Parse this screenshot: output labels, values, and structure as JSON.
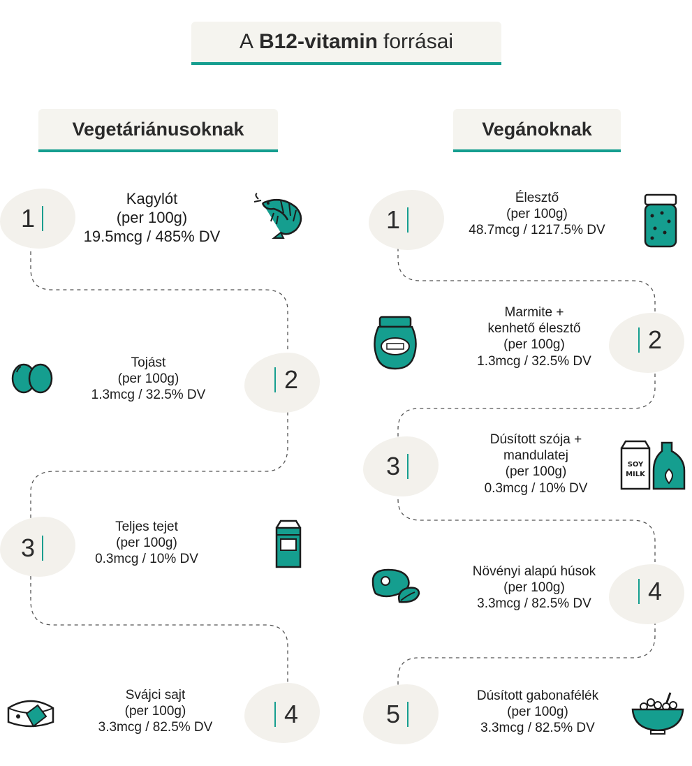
{
  "title": {
    "prefix": "A",
    "bold": "B12-vitamin",
    "suffix": "forrásai"
  },
  "columns": {
    "vegetarian": {
      "heading": "Vegetáriánusoknak",
      "items": [
        {
          "num": "1",
          "name": "Kagylót",
          "per": "(per 100g)",
          "value": "19.5mcg / 485% DV"
        },
        {
          "num": "2",
          "name": "Tojást",
          "per": "(per 100g)",
          "value": "1.3mcg / 32.5% DV"
        },
        {
          "num": "3",
          "name": "Teljes tejet",
          "per": "(per 100g)",
          "value": "0.3mcg / 10% DV"
        },
        {
          "num": "4",
          "name": "Svájci sajt",
          "per": "(per 100g)",
          "value": "3.3mcg / 82.5% DV"
        }
      ]
    },
    "vegan": {
      "heading": "Vegánoknak",
      "items": [
        {
          "num": "1",
          "name": "Élesztő",
          "per": "(per 100g)",
          "value": "48.7mcg / 1217.5% DV"
        },
        {
          "num": "2",
          "name_line1": "Marmite +",
          "name_line2": "kenhető élesztő",
          "per": "(per 100g)",
          "value": "1.3mcg / 32.5% DV"
        },
        {
          "num": "3",
          "name_line1": "Dúsított szója +",
          "name_line2": "mandulatej",
          "per": "(per 100g)",
          "value": "0.3mcg / 10% DV"
        },
        {
          "num": "4",
          "name": "Növényi alapú húsok",
          "per": "(per 100g)",
          "value": "3.3mcg / 82.5% DV"
        },
        {
          "num": "5",
          "name": "Dúsított gabonafélék",
          "per": "(per 100g)",
          "value": "3.3mcg / 82.5% DV"
        }
      ]
    }
  },
  "icons": {
    "veg_1": "shrimp-icon",
    "veg_2": "eggs-icon",
    "veg_3": "milk-carton-icon",
    "veg_4": "cheese-icon",
    "vegan_1": "yeast-jar-icon",
    "vegan_2": "marmite-jar-icon",
    "vegan_3": "soy-milk-icon",
    "vegan_4": "plant-meat-icon",
    "vegan_5": "cereal-bowl-icon"
  },
  "labels": {
    "soy_milk_text": "SOY MILK"
  },
  "colors": {
    "accent": "#159e8f",
    "blob": "#f3f1ec",
    "text": "#1c1c1c"
  }
}
